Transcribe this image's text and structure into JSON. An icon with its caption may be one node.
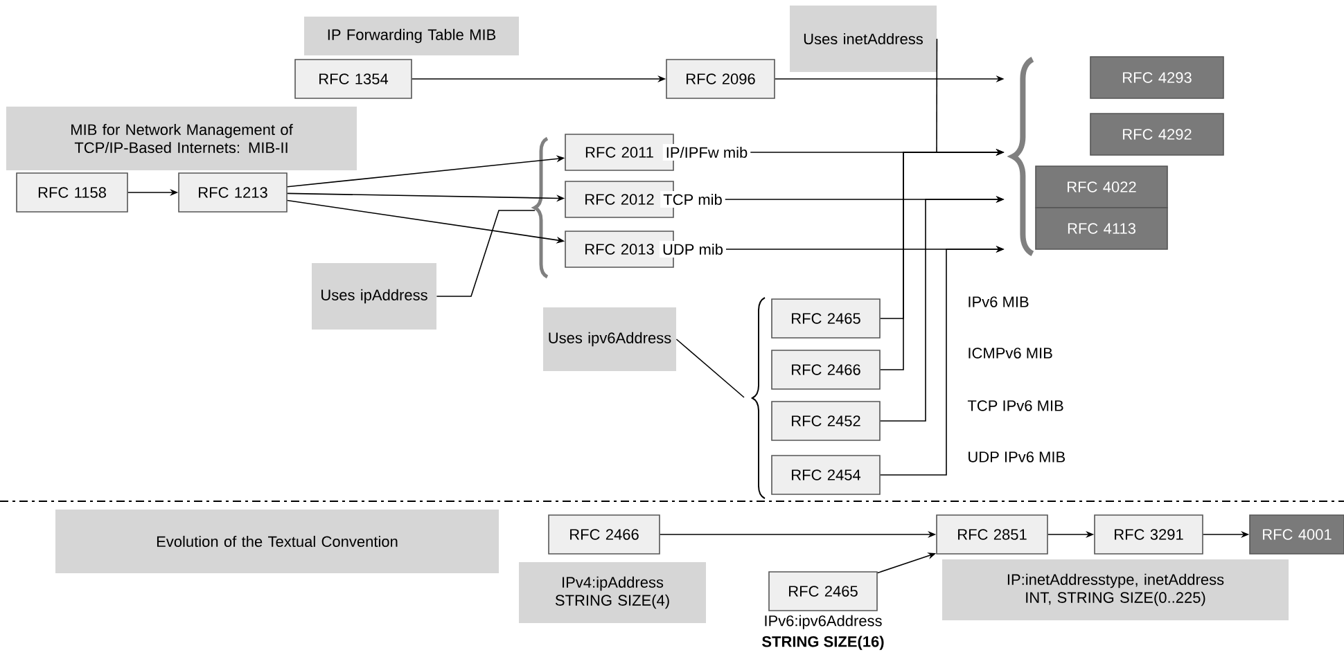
{
  "diagram": {
    "nodes": [
      {
        "text": [
          "IP Forwarding Table MIB"
        ]
      },
      {
        "text": [
          "RFC 1354"
        ]
      },
      {
        "text": [
          "RFC 2096"
        ]
      },
      {
        "text": [
          "Uses inetAddress"
        ]
      },
      {
        "text": [
          "RFC 4293"
        ]
      },
      {
        "text": [
          "RFC 4292"
        ]
      },
      {
        "text": [
          "MIB for Network Management of TCP/IP-Based Internets: MIB-II"
        ]
      },
      {
        "text": [
          "RFC 1158"
        ]
      },
      {
        "text": [
          "RFC 1213"
        ]
      },
      {
        "text": [
          "RFC 2011"
        ]
      },
      {
        "text": [
          "RFC 2012"
        ]
      },
      {
        "text": [
          "RFC 2013"
        ]
      },
      {
        "text": [
          "RFC 4022"
        ]
      },
      {
        "text": [
          "RFC 4113"
        ]
      },
      {
        "text": [
          "Uses ipAddress"
        ]
      },
      {
        "text": [
          "Uses ipv6Address"
        ]
      },
      {
        "text": [
          "RFC 2465"
        ]
      },
      {
        "text": [
          "RFC 2466"
        ]
      },
      {
        "text": [
          "RFC 2452"
        ]
      },
      {
        "text": [
          "RFC 2454"
        ]
      },
      {
        "text": [
          "Evolution of the Textual Convention"
        ]
      },
      {
        "text": [
          "RFC 2466"
        ]
      },
      {
        "text": [
          "IPv4:ipAddress STRING SIZE(4)"
        ]
      },
      {
        "text": [
          "RFC 2465"
        ],
        "beside": [
          "IPv6:ipv6Address",
          "STRING SIZE(16)"
        ]
      },
      {
        "text": [
          "RFC 2851"
        ]
      },
      {
        "text": [
          "RFC 3291"
        ]
      },
      {
        "text": [
          "RFC 4001"
        ]
      },
      {
        "text": [
          "IP:inetAddresstype, inetAddress INT, STRING SIZE(0..225)"
        ]
      },
      {
        "text": [],
        "shape": "brace"
      }
    ],
    "edges": [
      {
        "from": 1,
        "to": 2,
        "arrow": "to"
      },
      {
        "from": 7,
        "to": 8,
        "arrow": "to"
      },
      {
        "from": 8,
        "to": 9,
        "arrow": "to"
      },
      {
        "from": 8,
        "to": 10,
        "arrow": "to"
      },
      {
        "from": 8,
        "to": 11,
        "arrow": "to"
      },
      {
        "from": 14,
        "to": null,
        "arrow": "none"
      },
      {
        "from": 3,
        "to": null,
        "arrow": "none"
      },
      {
        "from": 2,
        "to": 28,
        "arrow": "to"
      },
      {
        "from": 9,
        "to": 28,
        "arrow": "to",
        "label": "IP/IPFw mib"
      },
      {
        "from": 10,
        "to": 28,
        "arrow": "to",
        "label": "TCP mib"
      },
      {
        "from": 11,
        "to": 28,
        "arrow": "to",
        "label": "UDP mib"
      },
      {
        "from": 15,
        "to": null,
        "arrow": "none"
      },
      {
        "from": 16,
        "to": 28,
        "arrow": "to"
      },
      {
        "from": 17,
        "to": 28,
        "arrow": "to"
      },
      {
        "from": 18,
        "to": 28,
        "arrow": "to"
      },
      {
        "from": 19,
        "to": 28,
        "arrow": "to"
      },
      {
        "from": 21,
        "to": 24,
        "arrow": "to"
      },
      {
        "from": 23,
        "to": 24,
        "arrow": "to"
      },
      {
        "from": 24,
        "to": 25,
        "arrow": "to"
      },
      {
        "from": 25,
        "to": 26,
        "arrow": "to"
      }
    ],
    "labels": [
      "IPv6 MIB",
      "ICMPv6 MIB",
      "TCP IPv6 MIB",
      "UDP IPv6 MIB"
    ]
  }
}
